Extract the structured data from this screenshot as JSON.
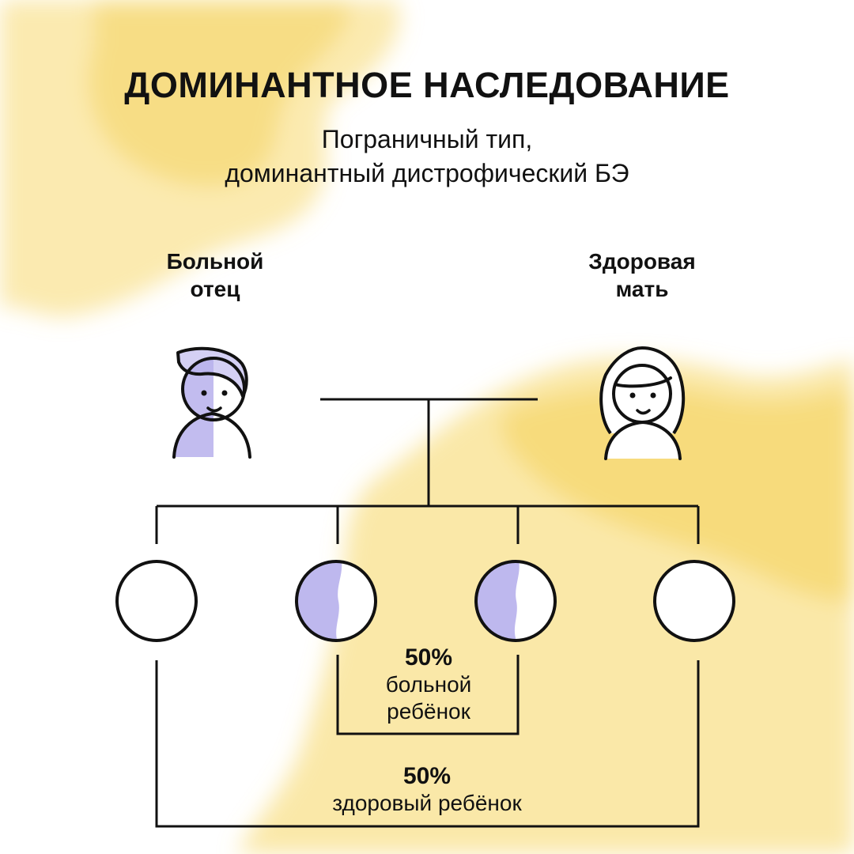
{
  "title": "ДОМИНАНТНОЕ НАСЛЕДОВАНИЕ",
  "subtitle": {
    "line1": "Пограничный тип,",
    "line2": "доминантный дистрофический БЭ"
  },
  "parents": {
    "father": {
      "line1": "Больной",
      "line2": "отец",
      "affected": true
    },
    "mother": {
      "line1": "Здоровая",
      "line2": "мать",
      "affected": false
    }
  },
  "children": [
    {
      "affected": false
    },
    {
      "affected": true
    },
    {
      "affected": true
    },
    {
      "affected": false
    }
  ],
  "outcomes": {
    "affected": {
      "percent": "50%",
      "line1": "больной",
      "line2": "ребёнок"
    },
    "healthy": {
      "percent": "50%",
      "line1": "здоровый ребёнок"
    }
  },
  "colors": {
    "affected_fill": "#b7b0ec",
    "background_wash": "#f6d466",
    "line": "#111111"
  }
}
